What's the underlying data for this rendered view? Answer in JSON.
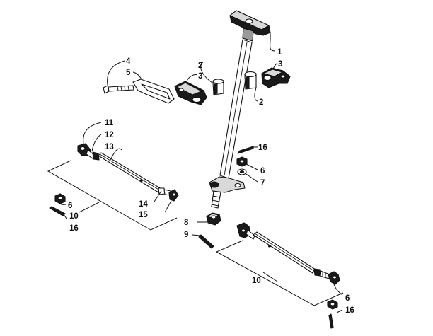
{
  "callouts": {
    "steering_post": "1",
    "bushing_upper": "2",
    "bushing_lower": "2",
    "clamp_left": "3",
    "clamp_right": "3",
    "bolt": "4",
    "plate": "5",
    "nut_mid": "6",
    "nut_left": "6",
    "nut_right": "6",
    "washer": "7",
    "castle_nut": "8",
    "cotter_pin_mid": "9",
    "tie_rod_left": "10",
    "tie_rod_right": "10",
    "tie_rod_end_outer": "11",
    "jam_nut_outer": "12",
    "tie_rod_shaft": "13",
    "jam_nut_inner": "14",
    "tie_rod_end_inner": "15",
    "cotter_pin_upper": "16",
    "cotter_pin_left": "16",
    "cotter_pin_right": "16"
  }
}
